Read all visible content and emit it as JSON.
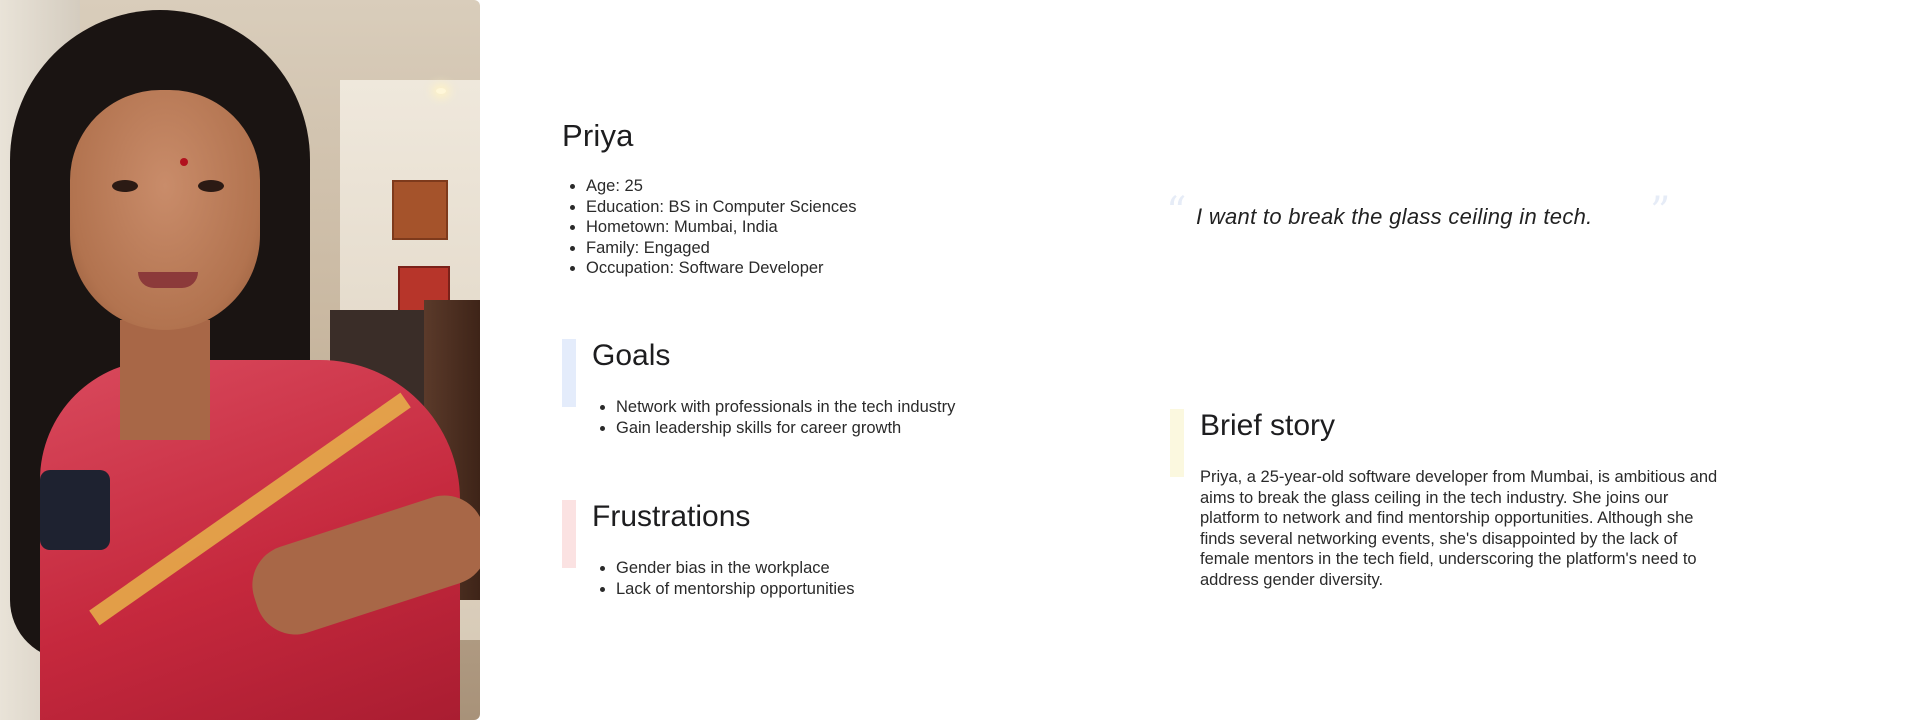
{
  "persona": {
    "name": "Priya",
    "details": [
      "Age: 25",
      "Education: BS in Computer Sciences",
      "Hometown: Mumbai, India",
      "Family: Engaged",
      "Occupation: Software Developer"
    ]
  },
  "goals": {
    "title": "Goals",
    "items": [
      "Network with professionals in the tech industry",
      "Gain leadership skills for career growth"
    ]
  },
  "frustrations": {
    "title": "Frustrations",
    "items": [
      "Gender bias in the workplace",
      "Lack of mentorship opportunities"
    ]
  },
  "quote": {
    "text": "I want to break the glass ceiling in tech.",
    "open_mark": "“",
    "close_mark": "”"
  },
  "story": {
    "title": "Brief story",
    "text": "Priya, a 25-year-old software developer from Mumbai, is ambitious and aims to break the glass ceiling in the tech industry. She joins our platform to network and find mentorship opportunities. Although she finds several networking events, she's disappointed by the lack of female mentors in the tech field, underscoring the platform's need to address gender diversity."
  },
  "colors": {
    "goals_accent": "#e4ecfb",
    "frustrations_accent": "#fbe2e2",
    "story_accent": "#fbf8df",
    "quote_mark": "#e6ecf7"
  }
}
